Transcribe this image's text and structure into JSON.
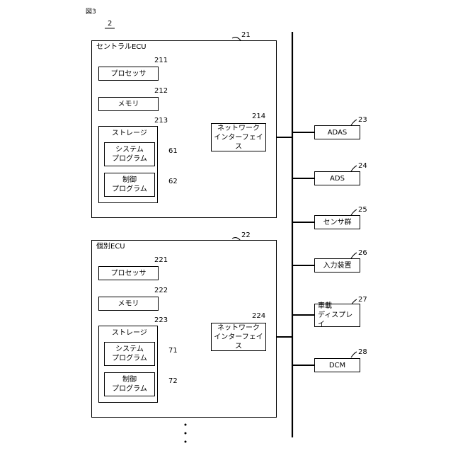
{
  "figure": {
    "label": "図3",
    "system_ref": "2"
  },
  "central": {
    "ref": "21",
    "title": "セントラルECU",
    "processor": {
      "ref": "211",
      "label": "プロセッサ"
    },
    "memory": {
      "ref": "212",
      "label": "メモリ"
    },
    "storage": {
      "ref": "213",
      "label": "ストレージ"
    },
    "system_program": {
      "ref": "61",
      "line1": "システム",
      "line2": "プログラム"
    },
    "control_program": {
      "ref": "62",
      "line1": "制御",
      "line2": "プログラム"
    },
    "nic": {
      "ref": "214",
      "line1": "ネットワーク",
      "line2": "インターフェイス"
    }
  },
  "individual": {
    "ref": "22",
    "title": "個別ECU",
    "processor": {
      "ref": "221",
      "label": "プロセッサ"
    },
    "memory": {
      "ref": "222",
      "label": "メモリ"
    },
    "storage": {
      "ref": "223",
      "label": "ストレージ"
    },
    "system_program": {
      "ref": "71",
      "line1": "システム",
      "line2": "プログラム"
    },
    "control_program": {
      "ref": "72",
      "line1": "制御",
      "line2": "プログラム"
    },
    "nic": {
      "ref": "224",
      "line1": "ネットワーク",
      "line2": "インターフェイス"
    }
  },
  "devices": [
    {
      "ref": "23",
      "line1": "ADAS",
      "line2": ""
    },
    {
      "ref": "24",
      "line1": "ADS",
      "line2": ""
    },
    {
      "ref": "25",
      "line1": "センサ群",
      "line2": ""
    },
    {
      "ref": "26",
      "line1": "入力装置",
      "line2": ""
    },
    {
      "ref": "27",
      "line1": "車載",
      "line2": "ディスプレイ"
    },
    {
      "ref": "28",
      "line1": "DCM",
      "line2": ""
    }
  ]
}
